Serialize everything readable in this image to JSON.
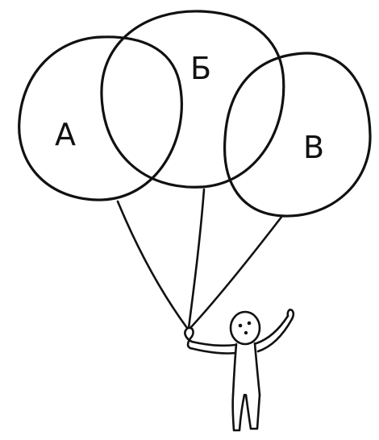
{
  "balloons": {
    "left_label": "A",
    "middle_label": "Б",
    "right_label": "B"
  },
  "colors": {
    "ink": "#111111",
    "background": "#ffffff"
  }
}
